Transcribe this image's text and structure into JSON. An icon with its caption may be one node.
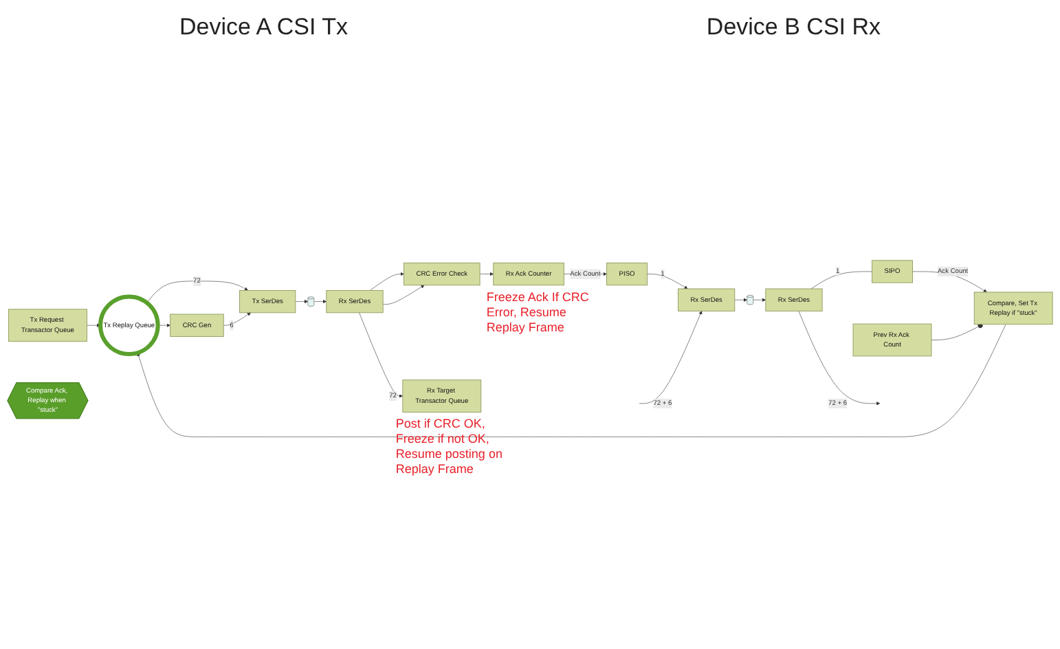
{
  "diagram": {
    "nodes": [
      {
        "text": [
          "Tx Request Transactor Queue"
        ]
      },
      {
        "text": [
          "Tx Replay Queue"
        ]
      },
      {
        "text": [
          "CRC Gen"
        ]
      },
      {
        "text": [
          "Tx SerDes"
        ]
      },
      {
        "text": [],
        "shape": "cylinder"
      },
      {
        "text": [
          "Rx SerDes"
        ]
      },
      {
        "text": [
          "CRC Error Check"
        ]
      },
      {
        "text": [
          "Rx Target Transactor Queue"
        ],
        "beside": [
          "Post if CRC OK, Freeze if not OK, Resume posting on Replay Frame"
        ]
      },
      {
        "text": [
          "Compare, Set Tx Replay if \"stuck\""
        ]
      },
      {
        "text": [
          "Prev Rx Ack Count"
        ]
      },
      {
        "text": [
          "Compare Ack, Replay when \"stuck\""
        ]
      },
      {
        "text": [
          "Rx Ack Counter"
        ],
        "beside": [
          "Freeze Ack If CRC Error, Resume Replay Frame"
        ]
      },
      {
        "text": [
          "SIPO"
        ]
      },
      {
        "text": [
          "Rx SerDes"
        ]
      },
      {
        "text": [],
        "shape": "cylinder"
      },
      {
        "text": [
          "Rx SerDes"
        ]
      },
      {
        "text": [
          "PISO"
        ]
      }
    ],
    "edges": [
      {
        "from": 0,
        "to": 1,
        "arrow": "to"
      },
      {
        "from": 1,
        "to": 3,
        "arrow": "to",
        "label": "72"
      },
      {
        "from": 1,
        "to": 2,
        "arrow": "to"
      },
      {
        "from": 2,
        "to": 3,
        "arrow": "to",
        "label": "6"
      },
      {
        "from": 3,
        "to": 4,
        "arrow": "to"
      },
      {
        "from": 4,
        "to": 5,
        "arrow": "to"
      },
      {
        "from": 5,
        "to": 7,
        "arrow": "to",
        "label": "72"
      },
      {
        "from": 5,
        "to": 6,
        "arrow": "to"
      },
      {
        "from": 5,
        "to": 6,
        "arrow": "to"
      },
      {
        "from": 6,
        "to": 11,
        "arrow": "to"
      },
      {
        "from": 11,
        "to": 16,
        "arrow": "to",
        "label": "Ack Count"
      },
      {
        "from": 16,
        "to": 15,
        "arrow": "to",
        "label": "1"
      },
      {
        "from": null,
        "to": 15,
        "arrow": "to",
        "label": "72 + 6"
      },
      {
        "from": 15,
        "to": 14,
        "arrow": "to"
      },
      {
        "from": 14,
        "to": 13,
        "arrow": "to"
      },
      {
        "from": 13,
        "to": 12,
        "arrow": "none",
        "label": "1"
      },
      {
        "from": 13,
        "to": null,
        "arrow": "to",
        "label": "72 + 6"
      },
      {
        "from": 12,
        "to": 8,
        "arrow": "to",
        "label": "Ack Count"
      },
      {
        "from": 8,
        "to": 1,
        "arrow": "to"
      },
      {
        "from": 9,
        "to": 8,
        "arrow": "other"
      }
    ],
    "labels": [
      "Device A CSI Tx",
      "Device B CSI Rx"
    ]
  }
}
